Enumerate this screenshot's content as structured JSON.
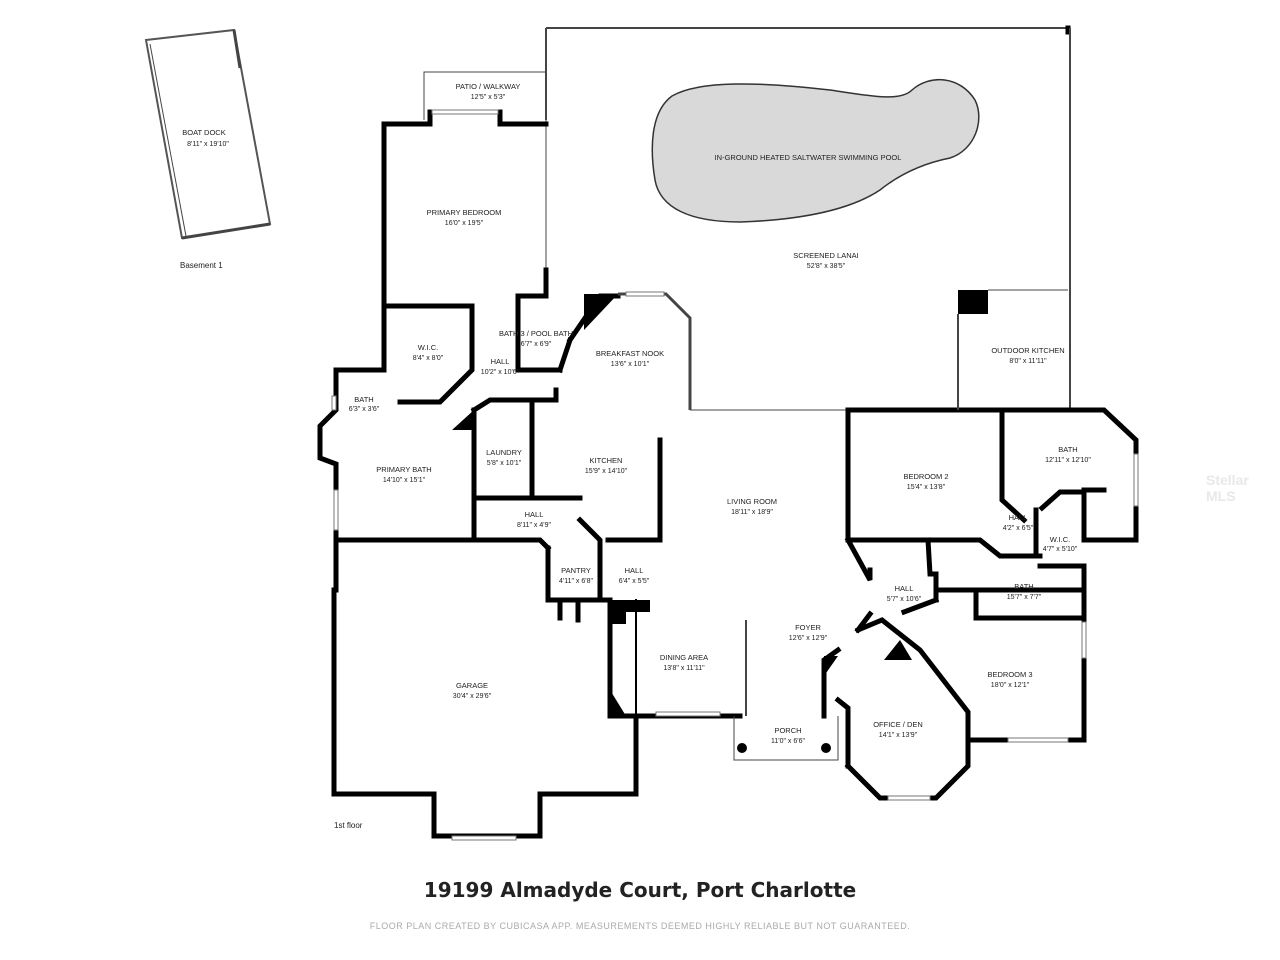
{
  "title": "19199 Almadyde Court, Port Charlotte",
  "disclaimer": "FLOOR PLAN CREATED BY CUBICASA APP. MEASUREMENTS DEEMED HIGHLY RELIABLE BUT NOT GUARANTEED.",
  "watermark": "Stellar MLS",
  "floors": {
    "basement": "Basement 1",
    "first": "1st floor"
  },
  "rooms": {
    "boat_dock": {
      "name": "BOAT DOCK",
      "dim": "8'11\" x 19'10\""
    },
    "patio": {
      "name": "PATIO / WALKWAY",
      "dim": "12'5\" x 5'3\""
    },
    "pool": {
      "name": "IN-GROUND HEATED SALTWATER SWIMMING POOL"
    },
    "lanai": {
      "name": "SCREENED LANAI",
      "dim": "52'8\" x 38'5\""
    },
    "primary_bedroom": {
      "name": "PRIMARY BEDROOM",
      "dim": "16'0\" x 19'5\""
    },
    "wic1": {
      "name": "W.I.C.",
      "dim": "8'4\" x 8'0\""
    },
    "bath3": {
      "name": "BATH 3 / POOL BATH",
      "dim": "6'7\" x 6'9\""
    },
    "hall1": {
      "name": "HALL",
      "dim": "10'2\" x 10'6\""
    },
    "breakfast": {
      "name": "BREAKFAST NOOK",
      "dim": "13'6\" x 10'1\""
    },
    "outdoor_kitchen": {
      "name": "OUTDOOR KITCHEN",
      "dim": "8'0\" x 11'11\""
    },
    "bath_small": {
      "name": "BATH",
      "dim": "6'3\" x 3'6\""
    },
    "primary_bath": {
      "name": "PRIMARY BATH",
      "dim": "14'10\" x 15'1\""
    },
    "laundry": {
      "name": "LAUNDRY",
      "dim": "5'8\" x 10'1\""
    },
    "kitchen": {
      "name": "KITCHEN",
      "dim": "15'9\" x 14'10\""
    },
    "living": {
      "name": "LIVING ROOM",
      "dim": "18'11\" x 18'9\""
    },
    "bedroom2": {
      "name": "BEDROOM 2",
      "dim": "15'4\" x 13'8\""
    },
    "bath_b2": {
      "name": "BATH",
      "dim": "12'11\" x 12'10\""
    },
    "hall2": {
      "name": "HALL",
      "dim": "4'2\" x 6'5\""
    },
    "wic2": {
      "name": "W.I.C.",
      "dim": "4'7\" x 5'10\""
    },
    "hall3": {
      "name": "HALL",
      "dim": "8'11\" x 4'9\""
    },
    "pantry": {
      "name": "PANTRY",
      "dim": "4'11\" x 6'8\""
    },
    "hall4": {
      "name": "HALL",
      "dim": "6'4\" x 5'5\""
    },
    "hall5": {
      "name": "HALL",
      "dim": "5'7\" x 10'6\""
    },
    "bath_b3": {
      "name": "BATH",
      "dim": "15'7\" x 7'7\""
    },
    "foyer": {
      "name": "FOYER",
      "dim": "12'6\" x 12'9\""
    },
    "garage": {
      "name": "GARAGE",
      "dim": "30'4\" x 29'6\""
    },
    "dining": {
      "name": "DINING AREA",
      "dim": "13'8\" x 11'11\""
    },
    "bedroom3": {
      "name": "BEDROOM 3",
      "dim": "18'0\" x 12'1\""
    },
    "office": {
      "name": "OFFICE / DEN",
      "dim": "14'1\" x 13'9\""
    },
    "porch": {
      "name": "PORCH",
      "dim": "11'0\" x 6'6\""
    }
  }
}
